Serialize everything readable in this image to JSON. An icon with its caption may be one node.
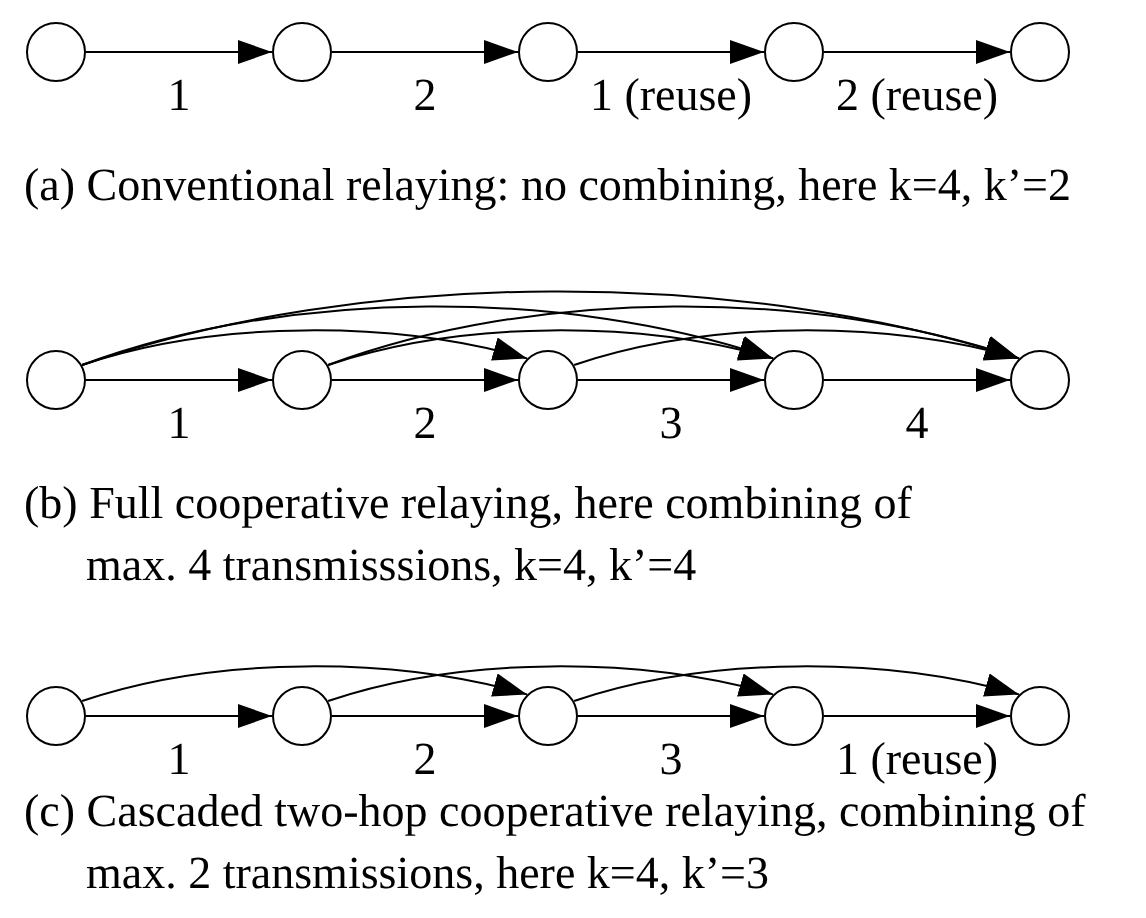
{
  "diagram": {
    "nodes": [
      {
        "text": [],
        "shape": "circle"
      },
      {
        "text": [],
        "shape": "circle"
      },
      {
        "text": [],
        "shape": "circle"
      },
      {
        "text": [],
        "shape": "circle"
      },
      {
        "text": [],
        "shape": "circle"
      },
      {
        "text": [],
        "shape": "circle"
      },
      {
        "text": [],
        "shape": "circle"
      },
      {
        "text": [],
        "shape": "circle"
      },
      {
        "text": [],
        "shape": "circle"
      },
      {
        "text": [],
        "shape": "circle"
      },
      {
        "text": [],
        "shape": "circle"
      },
      {
        "text": [],
        "shape": "circle"
      },
      {
        "text": [],
        "shape": "circle"
      },
      {
        "text": [],
        "shape": "circle"
      },
      {
        "text": [],
        "shape": "circle"
      }
    ],
    "edges": [
      {
        "from": 0,
        "to": 1,
        "arrow": "to",
        "label": "1"
      },
      {
        "from": 1,
        "to": 2,
        "arrow": "to",
        "label": "2"
      },
      {
        "from": 2,
        "to": 3,
        "arrow": "to",
        "label": "1 (reuse)"
      },
      {
        "from": 3,
        "to": 4,
        "arrow": "to",
        "label": "2 (reuse)"
      },
      {
        "from": 5,
        "to": 6,
        "arrow": "to",
        "label": "1"
      },
      {
        "from": 6,
        "to": 7,
        "arrow": "to",
        "label": "2"
      },
      {
        "from": 7,
        "to": 8,
        "arrow": "to",
        "label": "3"
      },
      {
        "from": 8,
        "to": 9,
        "arrow": "to",
        "label": "4"
      },
      {
        "from": 5,
        "to": 7,
        "arrow": "to"
      },
      {
        "from": 5,
        "to": 8,
        "arrow": "to"
      },
      {
        "from": 5,
        "to": 9,
        "arrow": "to"
      },
      {
        "from": 6,
        "to": 8,
        "arrow": "to"
      },
      {
        "from": 6,
        "to": 9,
        "arrow": "to"
      },
      {
        "from": 7,
        "to": 9,
        "arrow": "to"
      },
      {
        "from": 10,
        "to": 11,
        "arrow": "to",
        "label": "1"
      },
      {
        "from": 11,
        "to": 12,
        "arrow": "to",
        "label": "2"
      },
      {
        "from": 12,
        "to": 13,
        "arrow": "to",
        "label": "3"
      },
      {
        "from": 13,
        "to": 14,
        "arrow": "to",
        "label": "1 (reuse)"
      },
      {
        "from": 10,
        "to": 12,
        "arrow": "to"
      },
      {
        "from": 11,
        "to": 13,
        "arrow": "to"
      },
      {
        "from": 12,
        "to": 14,
        "arrow": "to"
      }
    ],
    "labels": [
      "(a) Conventional relaying: no combining, here k=4, k’=2",
      "(b) Full cooperative relaying, here combining of max. 4 transmisssions, k=4, k’=4",
      "(c) Cascaded two-hop cooperative relaying, combining of max. 2 transmissions, here k=4, k’=3"
    ]
  }
}
